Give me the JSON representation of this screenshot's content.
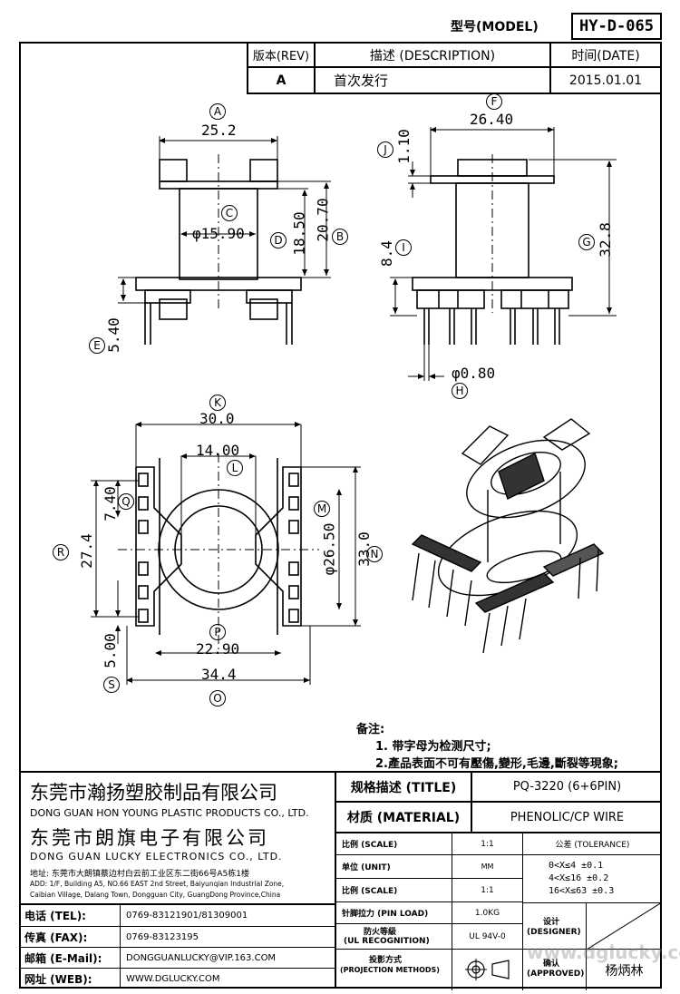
{
  "header": {
    "model_label": "型号(MODEL)",
    "model_value": "HY-D-065",
    "rev_header": "版本(REV)",
    "desc_header": "描述 (DESCRIPTION)",
    "date_header": "时间(DATE)",
    "rev_value": "A",
    "desc_value": "首次发行",
    "date_value": "2015.01.01"
  },
  "dimensions": {
    "A": "25.2",
    "B": "20.70",
    "C": "φ15.90",
    "D": "18.50",
    "E": "5.40",
    "F": "26.40",
    "G": "32.8",
    "H": "φ0.80",
    "I": "8.4",
    "J": "1.10",
    "K": "30.0",
    "L": "14.00",
    "M": "φ26.50",
    "N": "33.0",
    "O": "34.4",
    "P": "22.90",
    "Q": "7.40",
    "R": "27.4",
    "S": "5.00"
  },
  "letters": {
    "A": "A",
    "B": "B",
    "C": "C",
    "D": "D",
    "E": "E",
    "F": "F",
    "G": "G",
    "H": "H",
    "I": "I",
    "J": "J",
    "K": "K",
    "L": "L",
    "M": "M",
    "N": "N",
    "O": "O",
    "P": "P",
    "Q": "Q",
    "R": "R",
    "S": "S"
  },
  "notes": {
    "title": "备注:",
    "note1": "1. 带字母为检测尺寸;",
    "note2": "2.產品表面不可有壓傷,變形,毛邊,斷裂等現象;"
  },
  "company": {
    "name1_cn": "东莞市瀚扬塑胶制品有限公司",
    "name1_en": "DONG GUAN HON YOUNG PLASTIC PRODUCTS CO., LTD.",
    "name2_cn": "东莞市朗旗电子有限公司",
    "name2_en": "DONG GUAN LUCKY ELECTRONICS CO., LTD.",
    "address_cn": "地址: 东莞市大朗镇蔡边村白云前工业区东二街66号A5栋1楼",
    "address_en1": "ADD: 1/F, Building A5, NO.66 EAST 2nd Street, Baiyunqian Industrial Zone,",
    "address_en2": "Caibian Village, Dalang Town, Dongguan City, GuangDong Province,China"
  },
  "contact": {
    "tel_label": "电话 (TEL):",
    "tel_value": "0769-83121901/81309001",
    "fax_label": "传真 (FAX):",
    "fax_value": "0769-83123195",
    "email_label": "邮箱 (E-Mail):",
    "email_value": "DONGGUANLUCKY@VIP.163.COM",
    "web_label": "网址 (WEB):",
    "web_value": "WWW.DGLUCKY.COM"
  },
  "specs": {
    "title_label": "规格描述 (TITLE)",
    "title_value": "PQ-3220 (6+6PIN)",
    "material_label": "材质 (MATERIAL)",
    "material_value": "PHENOLIC/CP WIRE",
    "scale_label": "比例 (SCALE)",
    "scale_value": "1:1",
    "unit_label": "单位 (UNIT)",
    "unit_value": "MM",
    "scale2_label": "比例 (SCALE)",
    "scale2_value": "1:1",
    "pinload_label": "针脚拉力 (PIN LOAD)",
    "pinload_value": "1.0KG",
    "ul_label1": "防火等級",
    "ul_label2": "(UL RECOGNITION)",
    "ul_value": "UL 94V-0",
    "proj_label1": "投影方式",
    "proj_label2": "(PROJECTION METHODS)",
    "tolerance_label": "公差 (TOLERANCE)",
    "tol1": "0<X≤4   ±0.1",
    "tol2": "4<X≤16  ±0.2",
    "tol3": "16<X≤63 ±0.3",
    "designer_label1": "设计",
    "designer_label2": "(DESIGNER)",
    "approved_label1": "确认",
    "approved_label2": "(APPROVED)",
    "approved_value": "杨炳林",
    "watermark": "www.dglucky.com"
  }
}
